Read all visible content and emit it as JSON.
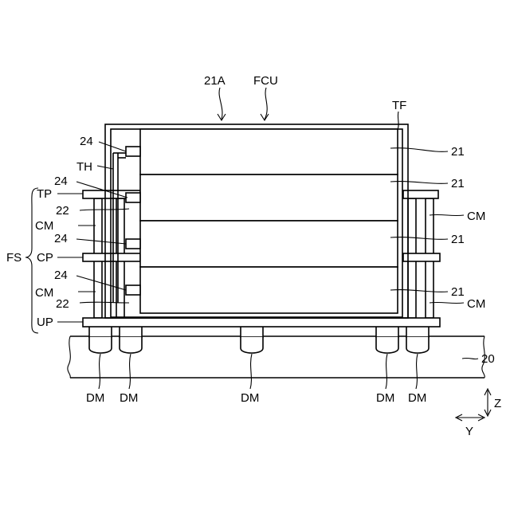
{
  "labels": {
    "unit_21a": "21A",
    "fcu": "FCU",
    "tf": "TF",
    "th": "TH",
    "tp": "TP",
    "cp": "CP",
    "up": "UP",
    "fs": "FS",
    "cm": "CM",
    "cell_21": "21",
    "sensor_24": "24",
    "bus_22": "22",
    "damper_dm": "DM",
    "base_20": "20",
    "axis_z": "Z",
    "axis_y": "Y"
  }
}
